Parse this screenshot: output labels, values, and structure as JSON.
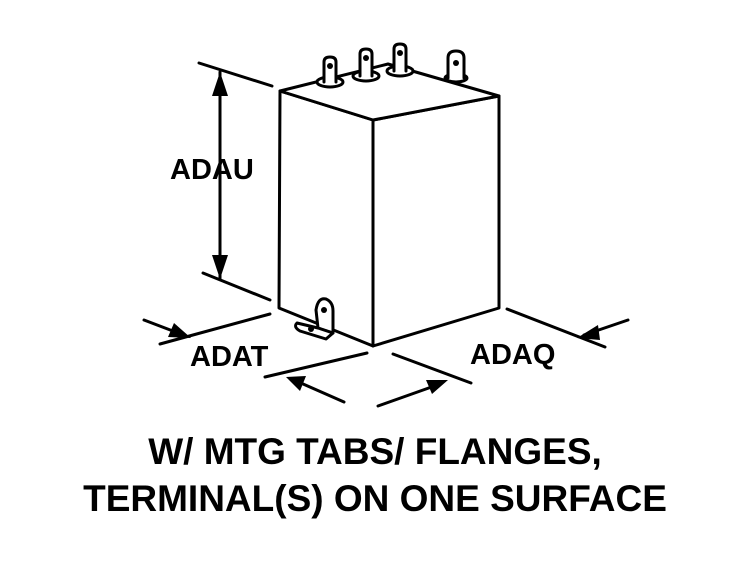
{
  "diagram": {
    "dimension_labels": {
      "height": "ADAU",
      "width": "ADAT",
      "depth": "ADAQ"
    },
    "caption": {
      "line1": "W/ MTG TABS/ FLANGES,",
      "line2": "TERMINAL(S) ON ONE SURFACE"
    },
    "colors": {
      "ink": "#000000",
      "paper": "#ffffff"
    }
  }
}
